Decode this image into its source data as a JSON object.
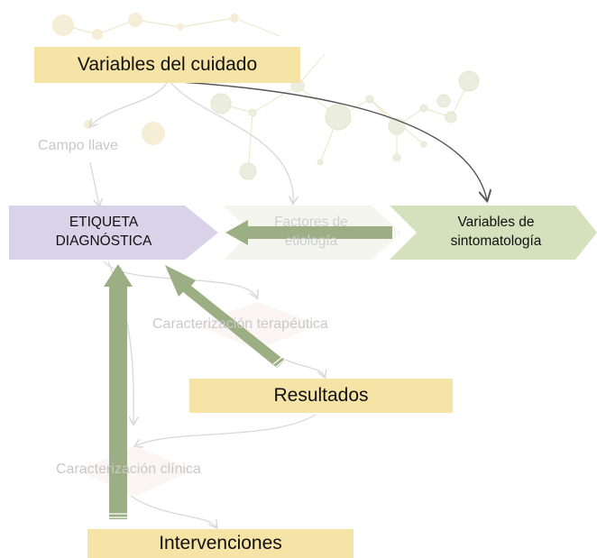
{
  "diagram": {
    "nodes": {
      "variables_cuidado": "Variables del cuidado",
      "campo_llave": "Campo llave",
      "etiqueta_line1": "ETIQUETA",
      "etiqueta_line2": "DIAGNÓSTICA",
      "factores_line1": "Factores de",
      "factores_line2": "etiología",
      "sintomatologia_line1": "Variables de",
      "sintomatologia_line2": "sintomatología",
      "caracterizacion_terapeutica": "Caracterización terapéutica",
      "resultados": "Resultados",
      "caracterizacion_clinica": "Caracterización clínica",
      "intervenciones": "Intervenciones"
    },
    "colors": {
      "yellow_box": "#f6e4a6",
      "purple_chevron": "#d9d2e9",
      "green_chevron": "#d5e0bd",
      "faded_chevron": "#f3f5ee",
      "arrow_green": "#9caf84",
      "faded_text": "#c9c9c9",
      "connector": "#555555",
      "background_molecule": "#f4ecd2"
    },
    "connections": [
      {
        "from": "Variables del cuidado",
        "to": "Variables de sintomatología",
        "style": "thin-arrow"
      },
      {
        "from": "Variables de sintomatología",
        "to": "ETIQUETA DIAGNÓSTICA",
        "style": "block-arrow"
      },
      {
        "from": "Resultados",
        "to": "ETIQUETA DIAGNÓSTICA",
        "style": "block-arrow"
      },
      {
        "from": "Intervenciones",
        "to": "ETIQUETA DIAGNÓSTICA",
        "style": "block-arrow"
      }
    ]
  }
}
